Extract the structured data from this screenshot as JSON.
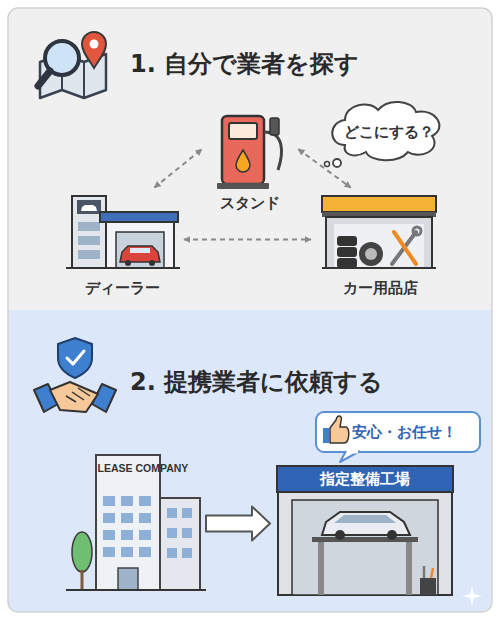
{
  "diagram": {
    "nodes": [
      {
        "text": [
          "1. 自分で業者を探す"
        ]
      },
      {
        "text": [
          "スタンド"
        ],
        "in": 0
      },
      {
        "text": [
          "どこにする？"
        ],
        "in": 0
      },
      {
        "text": [
          "ディーラー"
        ],
        "in": 0
      },
      {
        "text": [
          "カー用品店"
        ],
        "in": 0
      },
      {
        "text": [
          "2. 提携業者に依頼する"
        ]
      },
      {
        "text": [
          "LEASE COMPANY"
        ],
        "in": 5
      },
      {
        "text": [
          "安心・お任せ！"
        ],
        "in": 5
      },
      {
        "text": [
          "指定整備工場"
        ],
        "in": 5
      }
    ],
    "edges": [
      {
        "from": 3,
        "to": 1,
        "arrow": "both"
      },
      {
        "from": 1,
        "to": 4,
        "arrow": "both"
      },
      {
        "from": 3,
        "to": 4,
        "arrow": "both"
      },
      {
        "from": 6,
        "to": 8,
        "arrow": "to"
      }
    ]
  }
}
